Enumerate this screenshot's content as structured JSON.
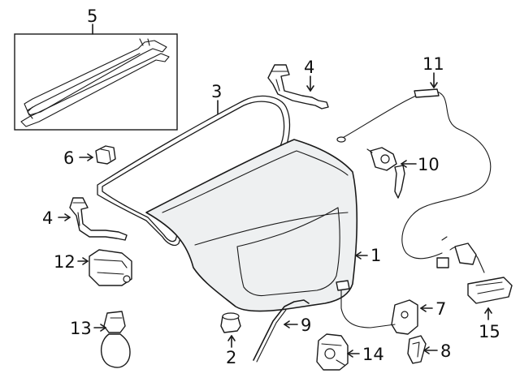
{
  "callouts": {
    "c1": "1",
    "c2": "2",
    "c3": "3",
    "c4a": "4",
    "c4b": "4",
    "c5": "5",
    "c6": "6",
    "c7": "7",
    "c8": "8",
    "c9": "9",
    "c10": "10",
    "c11": "11",
    "c12": "12",
    "c13": "13",
    "c14": "14",
    "c15": "15"
  },
  "colors": {
    "line": "#1a1a1a",
    "lid_fill": "#eef0f1",
    "background": "#ffffff"
  }
}
